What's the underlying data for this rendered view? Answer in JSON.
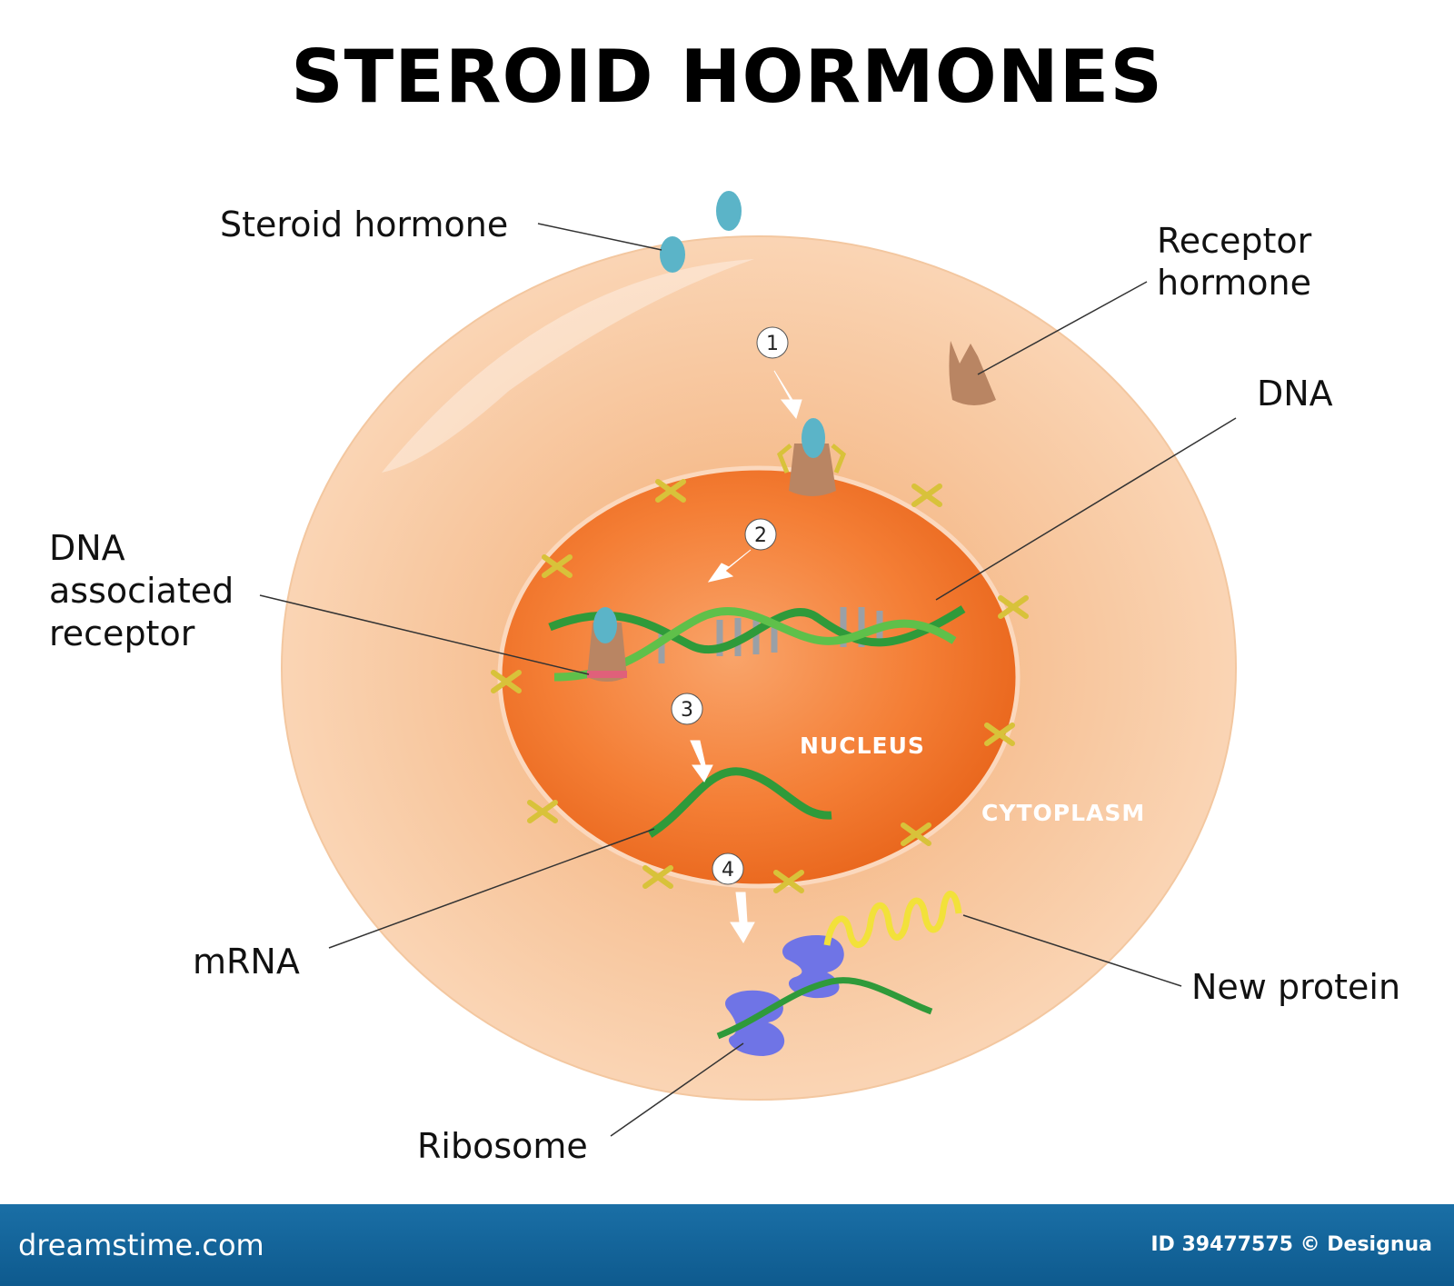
{
  "title": "STEROID HORMONES",
  "labels": {
    "steroid_hormone": "Steroid hormone",
    "receptor_hormone_l1": "Receptor",
    "receptor_hormone_l2": "hormone",
    "dna": "DNA",
    "dna_assoc_l1": "DNA",
    "dna_assoc_l2": "associated",
    "dna_assoc_l3": "receptor",
    "mrna": "mRNA",
    "new_protein": "New protein",
    "ribosome": "Ribosome"
  },
  "regions": {
    "nucleus": "NUCLEUS",
    "cytoplasm": "CYTOPLASM"
  },
  "steps": [
    "1",
    "2",
    "3",
    "4"
  ],
  "footer": {
    "brand": "dreamstime.com",
    "credit": "ID 39477575 © Designua"
  },
  "colors": {
    "cell": "#f8cba2",
    "nucleus": "#f37a2c",
    "hormone": "#5bb4c8",
    "receptor": "#b98563",
    "dna": "#2f9a3a",
    "ribosome": "#6f74e6",
    "protein": "#f2e13a",
    "footer": "#135f94"
  }
}
